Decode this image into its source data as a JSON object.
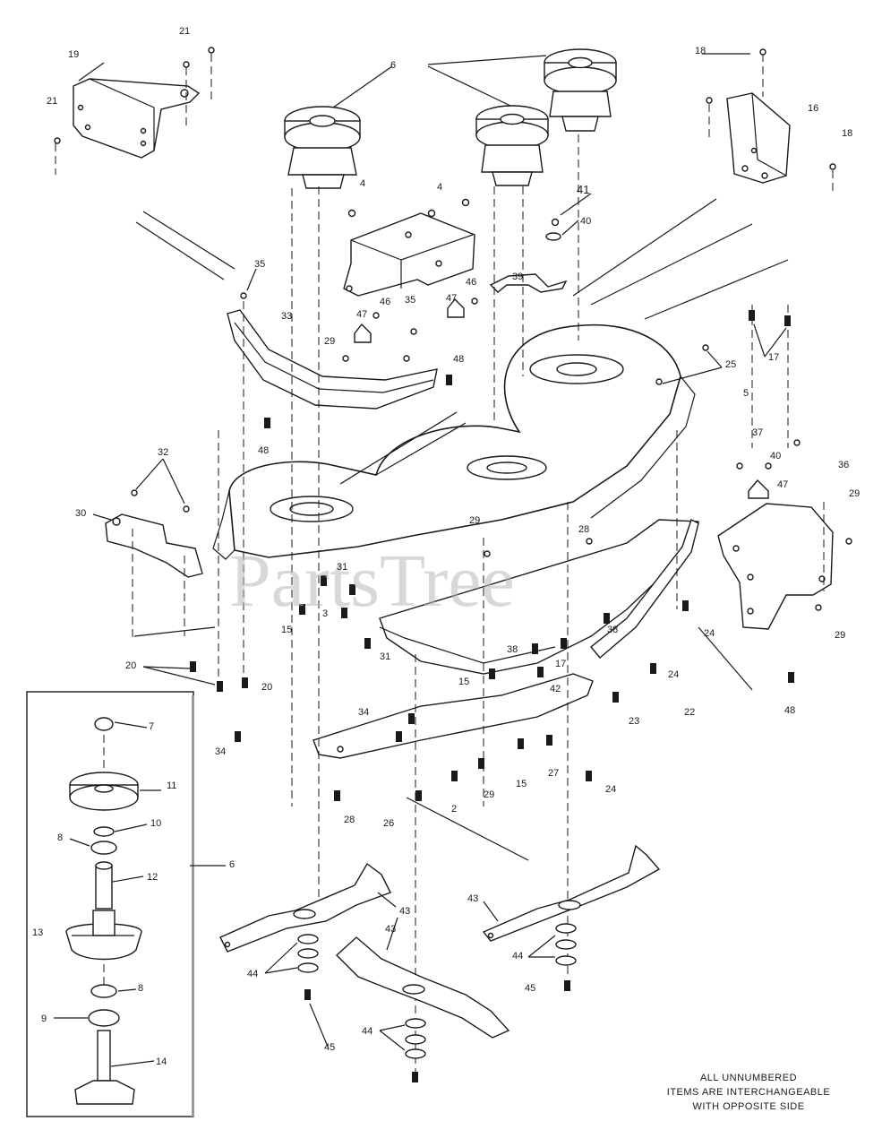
{
  "watermark": "PartsTree",
  "note": {
    "line1": "ALL UNNUMBERED",
    "line2": "ITEMS ARE INTERCHANGEABLE",
    "line3": "WITH OPPOSITE SIDE"
  },
  "callouts": {
    "c1": "21",
    "c2": "19",
    "c3": "21",
    "c4": "6",
    "c5": "18",
    "c6": "16",
    "c7": "18",
    "c8": "4",
    "c9": "4",
    "c10": "41",
    "c11": "40",
    "c12": "35",
    "c13": "39",
    "c14": "35",
    "c15": "33",
    "c16": "46",
    "c17": "47",
    "c18": "46",
    "c19": "47",
    "c20": "29",
    "c21": "48",
    "c22": "25",
    "c23": "17",
    "c24": "5",
    "c25": "48",
    "c26": "32",
    "c27": "30",
    "c28": "37",
    "c29": "40",
    "c30": "47",
    "c31": "36",
    "c32": "29",
    "c33": "29",
    "c34": "28",
    "c35": "31",
    "c36": "3",
    "c37": "15",
    "c38": "31",
    "c39": "24",
    "c40": "29",
    "c41": "20",
    "c42": "20",
    "c43": "34",
    "c44": "34",
    "c45": "15",
    "c46": "38",
    "c47": "17",
    "c48": "38",
    "c49": "42",
    "c50": "24",
    "c51": "22",
    "c52": "23",
    "c53": "48",
    "c54": "27",
    "c55": "29",
    "c56": "15",
    "c57": "24",
    "c58": "28",
    "c59": "26",
    "c60": "2",
    "c61": "7",
    "c62": "11",
    "c63": "10",
    "c64": "8",
    "c65": "12",
    "c66": "6",
    "c67": "13",
    "c68": "8",
    "c69": "9",
    "c70": "14",
    "c71": "43",
    "c72": "43",
    "c73": "43",
    "c74": "44",
    "c75": "44",
    "c76": "44",
    "c77": "45",
    "c78": "45"
  }
}
